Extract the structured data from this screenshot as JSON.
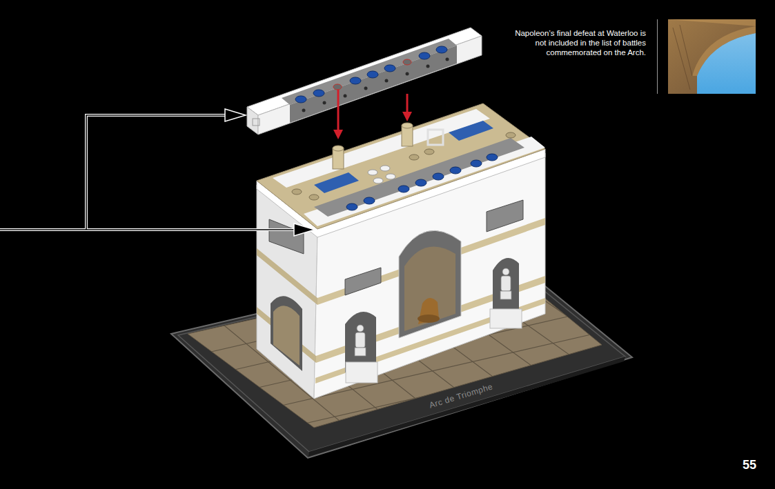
{
  "diagram": {
    "labels": [
      "Napoleon’s final defeat at Waterloo is not included in the list of battles commemorated on the Arch.",
      "Arc de Triomphe",
      "55"
    ]
  }
}
